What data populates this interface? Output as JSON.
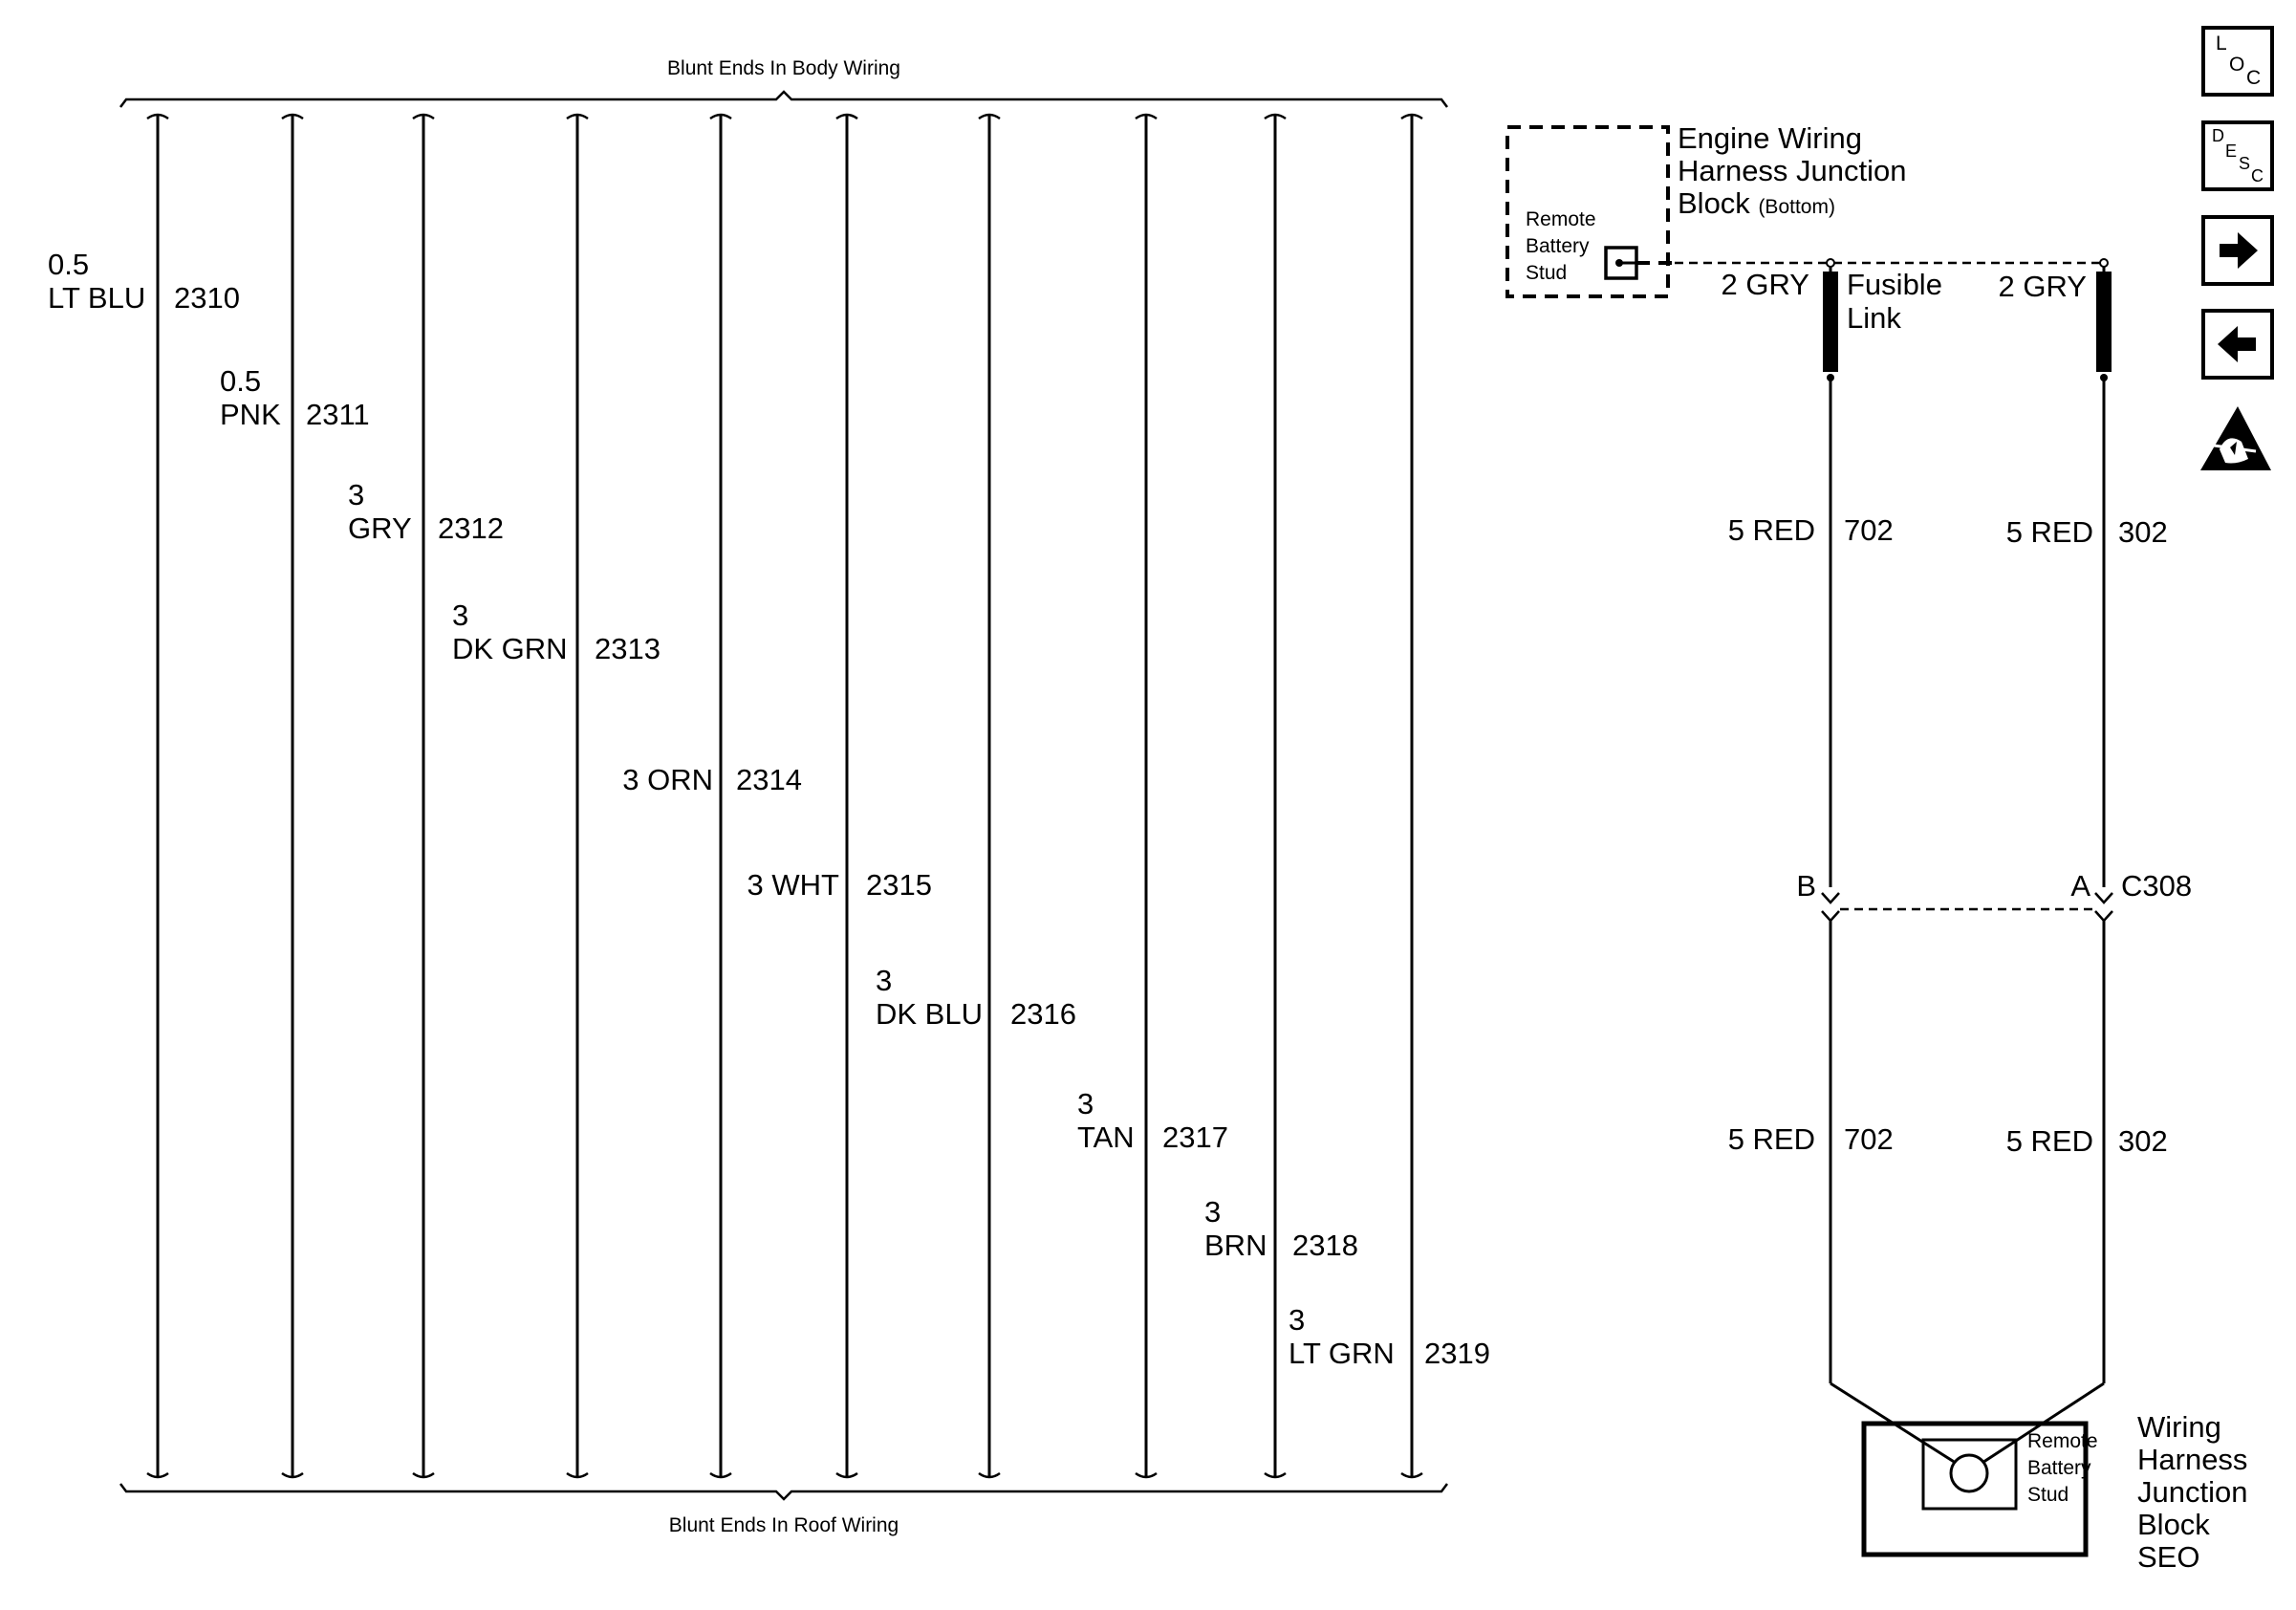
{
  "top_bracket_label": "Blunt Ends In Body Wiring",
  "bottom_bracket_label": "Blunt Ends In Roof Wiring",
  "wires": [
    {
      "size": "0.5",
      "color": "LT BLU",
      "circuit": "2310"
    },
    {
      "size": "0.5",
      "color": "PNK",
      "circuit": "2311"
    },
    {
      "size": "3",
      "color": "GRY",
      "circuit": "2312"
    },
    {
      "size": "3",
      "color": "DK GRN",
      "circuit": "2313"
    },
    {
      "size": "3",
      "color": "ORN",
      "circuit": "2314"
    },
    {
      "size": "3",
      "color": "WHT",
      "circuit": "2315"
    },
    {
      "size": "3",
      "color": "DK BLU",
      "circuit": "2316"
    },
    {
      "size": "3",
      "color": "TAN",
      "circuit": "2317"
    },
    {
      "size": "3",
      "color": "BRN",
      "circuit": "2318"
    },
    {
      "size": "3",
      "color": "LT GRN",
      "circuit": "2319"
    }
  ],
  "upper_block": {
    "title_line1": "Engine Wiring",
    "title_line2": "Harness Junction",
    "title_line3": "Block",
    "title_suffix": "(Bottom)",
    "stud_line1": "Remote",
    "stud_line2": "Battery",
    "stud_line3": "Stud"
  },
  "fusible_links": {
    "left_label": "2 GRY",
    "right_label": "2 GRY",
    "name_line1": "Fusible",
    "name_line2": "Link"
  },
  "upper_wires": {
    "left": {
      "label": "5 RED",
      "circuit": "702"
    },
    "right": {
      "label": "5 RED",
      "circuit": "302"
    }
  },
  "connector": {
    "left_pin": "B",
    "right_pin": "A",
    "name": "C308"
  },
  "lower_wires": {
    "left": {
      "label": "5 RED",
      "circuit": "702"
    },
    "right": {
      "label": "5 RED",
      "circuit": "302"
    }
  },
  "lower_block": {
    "stud_line1": "Remote",
    "stud_line2": "Battery",
    "stud_line3": "Stud",
    "title_line1": "Wiring",
    "title_line2": "Harness",
    "title_line3": "Junction",
    "title_line4": "Block",
    "title_line5": "SEO"
  },
  "nav_buttons": {
    "loc": {
      "l1": "L",
      "l2": "O",
      "l3": "C"
    },
    "desc": {
      "l1": "D",
      "l2": "E",
      "l3": "S",
      "l4": "C"
    }
  }
}
